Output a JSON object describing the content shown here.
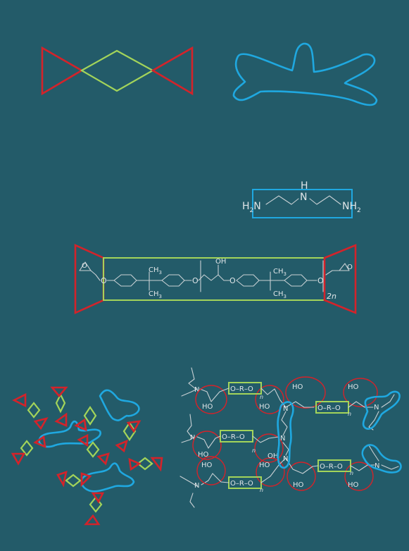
{
  "colors": {
    "background": "#235b69",
    "epoxide": "#d4232a",
    "backbone": "#a3d45a",
    "amine": "#1fa8e0",
    "chemistry": "#c8d0d4"
  },
  "amine_structure": {
    "nh_top": "H",
    "n_center": "N",
    "h2n_left": "H",
    "h2n_left_sub": "2",
    "h2n_left_n": "N",
    "nh2_right_n": "NH",
    "nh2_right_sub": "2"
  },
  "epoxy_structure": {
    "ch3_1": "CH",
    "ch3_1_sub": "3",
    "ch3_2": "CH",
    "ch3_2_sub": "3",
    "ch3_3": "CH",
    "ch3_3_sub": "3",
    "ch3_4": "CH",
    "ch3_4_sub": "3",
    "oh": "OH",
    "repeat": "2n",
    "o_labels": [
      "O",
      "O",
      "O",
      "O",
      "O",
      "O"
    ]
  },
  "network": {
    "n_label": "N",
    "ho": "HO",
    "oh": "OH",
    "repeat_unit": "O–R–O",
    "n_sub": "n"
  }
}
